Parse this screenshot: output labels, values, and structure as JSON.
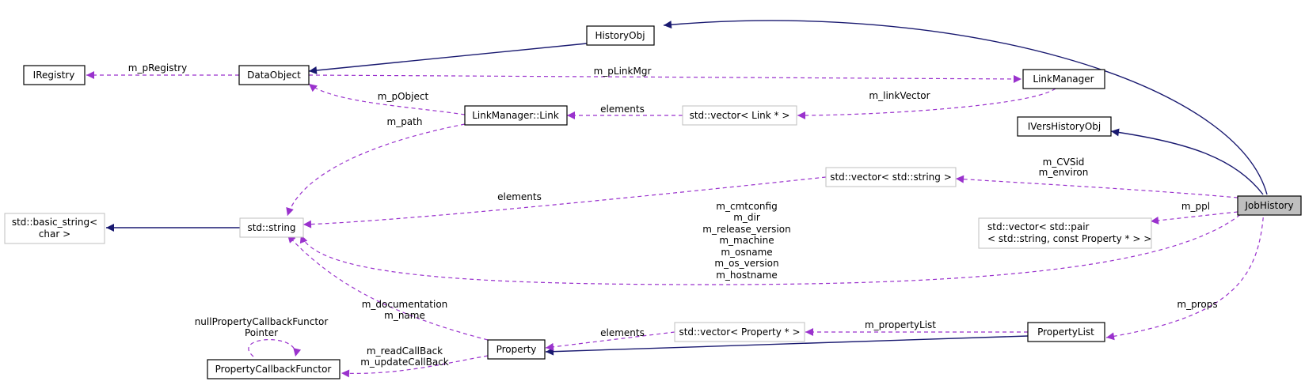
{
  "colors": {
    "inheritance_edge": "#191970",
    "usage_edge": "#9a32cd",
    "focus_node_fill": "#bfbfbf",
    "gray_node_border": "#bfbfbf"
  },
  "nodes": {
    "historyobj": "HistoryObj",
    "iregistry": "IRegistry",
    "dataobject": "DataObject",
    "linkmanager": "LinkManager",
    "linkmanager_link": "LinkManager::Link",
    "vector_link": "std::vector< Link * >",
    "iverhistoryobj": "IVersHistoryObj",
    "vector_string": "std::vector< std::string >",
    "basic_string_l1": "std::basic_string<",
    "basic_string_l2": "char >",
    "std_string": "std::string",
    "jobhistory": "JobHistory",
    "vector_pair_l1": "std::vector< std::pair",
    "vector_pair_l2": "< std::string, const Property * > >",
    "vector_property": "std::vector< Property * >",
    "propertylist": "PropertyList",
    "property": "Property",
    "propertycallbackfunctor": "PropertyCallbackFunctor"
  },
  "edge_labels": {
    "m_pregistry": "m_pRegistry",
    "m_plinkmgr": "m_pLinkMgr",
    "m_pobject": "m_pObject",
    "elements_link": "elements",
    "m_linkvector": "m_linkVector",
    "m_path": "m_path",
    "elements_string": "elements",
    "m_cvsid": "m_CVSid",
    "m_environ": "m_environ",
    "m_ppl": "m_ppl",
    "members_string": [
      "m_cmtconfig",
      "m_dir",
      "m_release_version",
      "m_machine",
      "m_osname",
      "m_os_version",
      "m_hostname"
    ],
    "m_documentation": "m_documentation",
    "m_name": "m_name",
    "null_callback_l1": "nullPropertyCallbackFunctor",
    "null_callback_l2": "Pointer",
    "m_readcallback": "m_readCallBack",
    "m_updatecallback": "m_updateCallBack",
    "elements_property": "elements",
    "m_propertylist": "m_propertyList",
    "m_props": "m_props"
  }
}
